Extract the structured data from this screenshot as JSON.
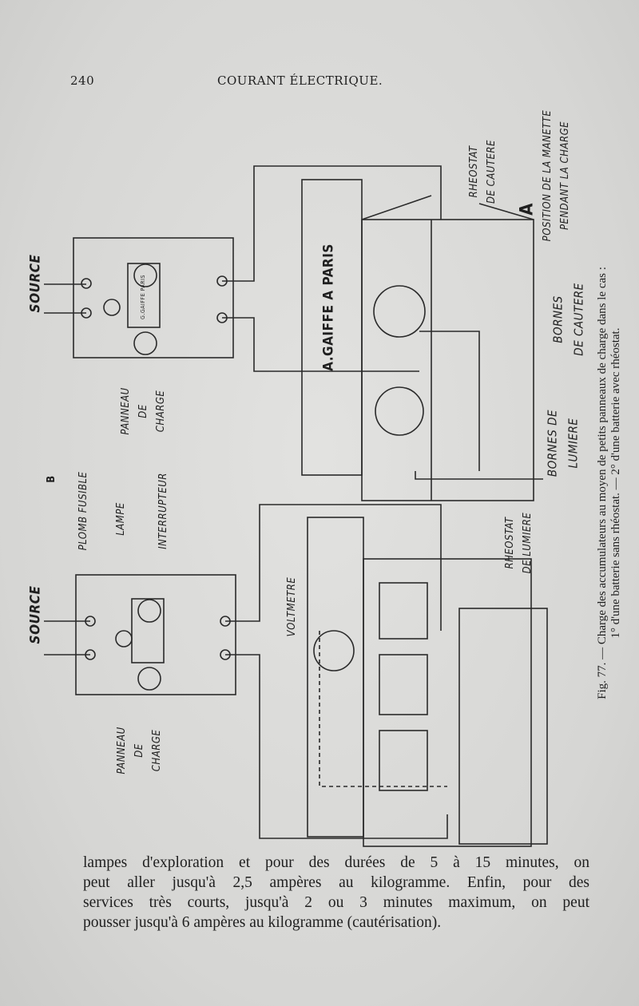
{
  "header": {
    "page_number": "240",
    "running_title": "COURANT ÉLECTRIQUE."
  },
  "figure": {
    "label_b": "B",
    "label_a": "A",
    "source_top": "SOURCE",
    "source_bottom": "SOURCE",
    "panneau_top": [
      "PANNEAU",
      "DE",
      "CHARGE"
    ],
    "panneau_bottom": [
      "PANNEAU",
      "DE",
      "CHARGE"
    ],
    "plomb_fusible": "PLOMB FUSIBLE",
    "lampe": "LAMPE",
    "interrupteur": "INTERRUPTEUR",
    "voltmetre": "VOLTMETRE",
    "rheostat_lumiere": [
      "RHEOSTAT",
      "DE LUMIERE"
    ],
    "bornes_lumiere": [
      "BORNES DE",
      "LUMIERE"
    ],
    "bornes_cautere": [
      "BORNES",
      "DE CAUTERE"
    ],
    "rheostat_cautere": [
      "RHEOSTAT",
      "DE CAUTERE"
    ],
    "position_manette": [
      "POSITION DE LA MANETTE",
      "PENDANT LA CHARGE"
    ],
    "maker_box": "A.GAIFFE A PARIS",
    "maker_panel": "G.GAIFFE PARIS"
  },
  "caption": {
    "line1": "Fig. 77. — Charge des accumulateurs au moyen de petits panneaux de charge dans le cas :",
    "line2": "1° d'une batterie sans rhéostat. — 2° d'une batterie avec rhéostat."
  },
  "body": {
    "lines": [
      "lampes d'exploration et pour des durées de 5 à 15 minutes, on",
      "peut aller jusqu'à 2,5 ampères au kilogramme. Enfin, pour des",
      "services très courts, jusqu'à 2 ou 3 minutes maximum, on peut",
      "pousser jusqu'à 6 ampères au kilogramme (cautérisation)."
    ]
  }
}
